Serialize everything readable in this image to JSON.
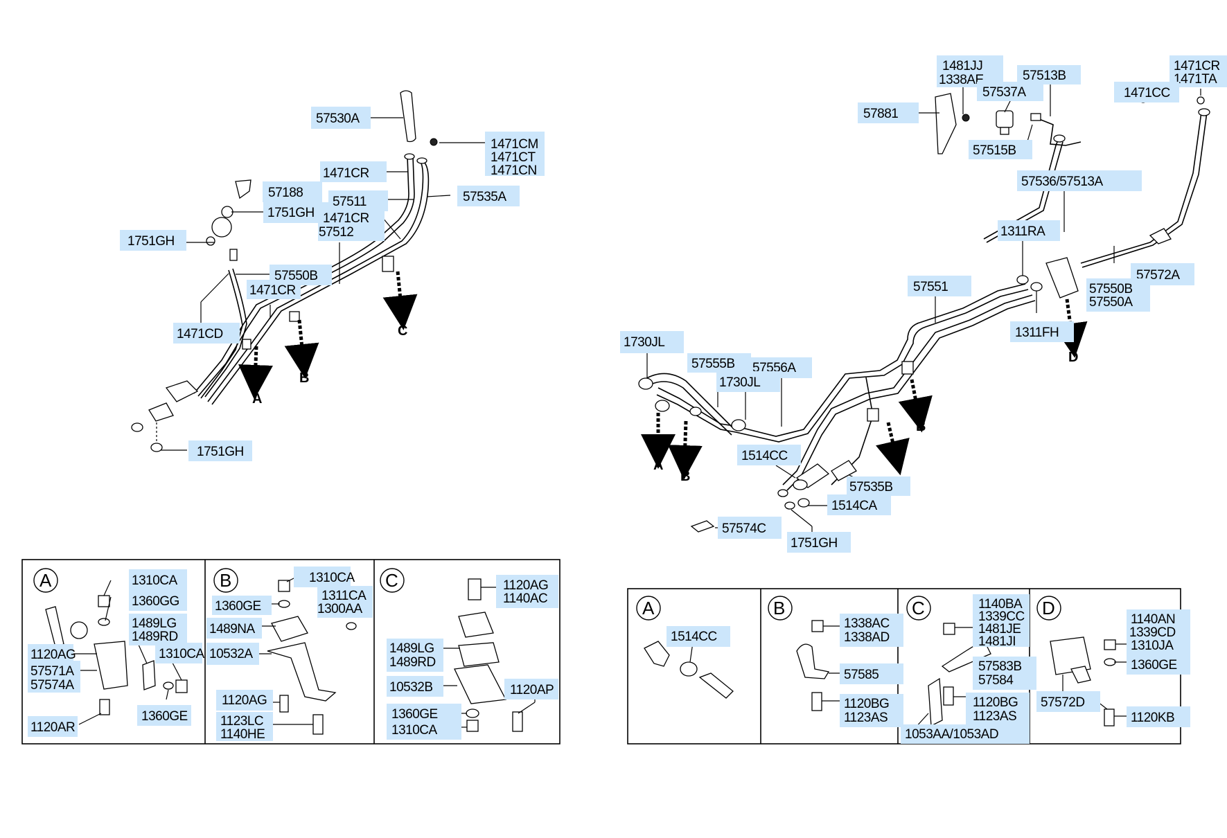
{
  "left_main": {
    "labels": [
      "57530A",
      "1471CM",
      "1471CT",
      "1471CN",
      "1471CR",
      "57188",
      "57511",
      "57535A",
      "1751GH",
      "1471CR",
      "57512",
      "1751GH",
      "57550B",
      "1471CR",
      "1471CD",
      "1751GH"
    ],
    "arrows": [
      "A",
      "B",
      "C"
    ]
  },
  "right_main": {
    "labels": [
      "1481JJ",
      "1338AE",
      "57513B",
      "1471CR",
      "1471TA",
      "57537A",
      "1471CC",
      "57881",
      "57515B",
      "57536/57513A",
      "1311RA",
      "57572A",
      "57551",
      "57550B",
      "57550A",
      "1311FH",
      "1730JL",
      "57555B",
      "57556A",
      "1730JL",
      "1514CC",
      "57535B",
      "1514CA",
      "57574C",
      "1751GH"
    ],
    "arrows": [
      "D",
      "A",
      "B",
      "B",
      "C"
    ]
  },
  "left_details": {
    "A": {
      "letter": "A",
      "labels": [
        "1310CA",
        "1360GG",
        "1489LG",
        "1489RD",
        "1310CA",
        "1120AG",
        "57571A",
        "57574A",
        "1360GE",
        "1120AR"
      ]
    },
    "B": {
      "letter": "B",
      "labels": [
        "1310CA",
        "1360GE",
        "1311CA",
        "1300AA",
        "1489NA",
        "10532A",
        "1120AG",
        "1123LC",
        "1140HE"
      ]
    },
    "C": {
      "letter": "C",
      "labels": [
        "1120AG",
        "1140AC",
        "1489LG",
        "1489RD",
        "10532B",
        "1120AP",
        "1360GE",
        "1310CA"
      ]
    }
  },
  "right_details": {
    "A": {
      "letter": "A",
      "labels": [
        "1514CC"
      ]
    },
    "B": {
      "letter": "B",
      "labels": [
        "1338AC",
        "1338AD",
        "57585",
        "1120BG",
        "1123AS"
      ]
    },
    "C": {
      "letter": "C",
      "labels": [
        "1140BA",
        "1339CC",
        "1481JE",
        "1481JI",
        "57583B",
        "57584",
        "1120BG",
        "1123AS",
        "1053AA/1053AD"
      ]
    },
    "D": {
      "letter": "D",
      "labels": [
        "1140AN",
        "1339CD",
        "1310JA",
        "1360GE",
        "57572D",
        "1120KB"
      ]
    }
  }
}
